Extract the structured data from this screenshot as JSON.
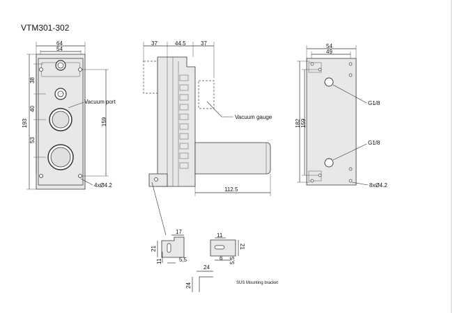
{
  "title": "VTM301-302",
  "front_view": {
    "width_outer": "64",
    "width_inner": "54",
    "height_total": "193",
    "dim_38": "38",
    "dim_40": "40",
    "dim_53": "53",
    "height_159": "159",
    "vacuum_port_label": "Vacuum port",
    "hole_label": "4xØ4.2"
  },
  "side_view": {
    "dim_left": "37",
    "dim_mid": "44.5",
    "dim_right": "37",
    "vacuum_gauge_label": "Vacuum gauge",
    "length_label": "112.5"
  },
  "rear_view": {
    "width_outer": "54",
    "width_inner": "49",
    "height_182": "182",
    "height_159": "159",
    "port_top": "G1/8",
    "port_bottom": "G1/8",
    "hole_label": "8xØ4.2"
  },
  "bracket": {
    "dim_17": "17",
    "dim_21_left": "21",
    "dim_11_left": "11",
    "dim_5_5_left": "5,5",
    "dim_11_right": "11",
    "dim_6": "6",
    "dim_5_5_right": "5,5",
    "dim_21_right": "21",
    "dim_24_top": "24",
    "dim_24_side": "24",
    "caption": "SUS Mounting bracket"
  }
}
